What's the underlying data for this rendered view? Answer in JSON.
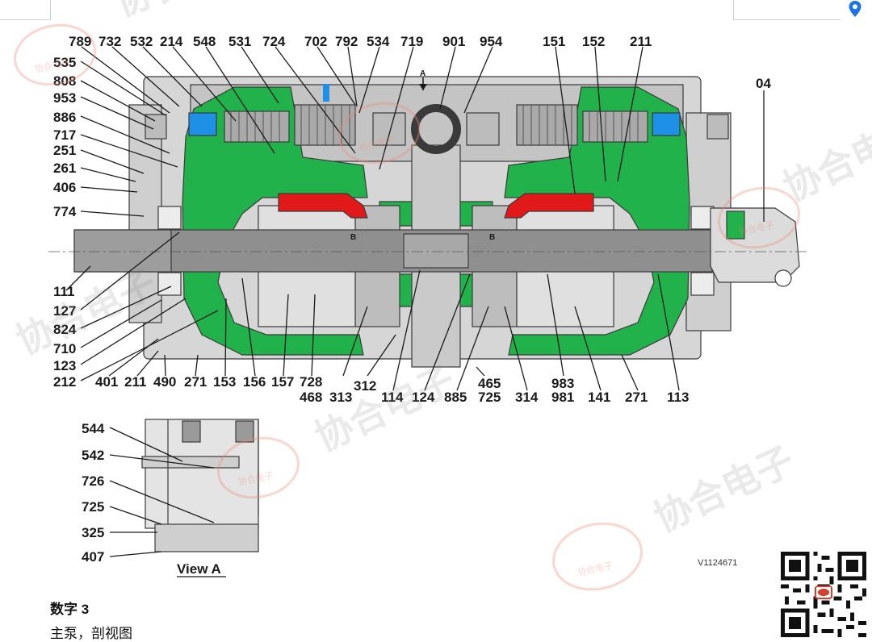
{
  "watermark_text": "协合电子",
  "view_a_label": "View A",
  "arrow_a_label": "A",
  "section_b_label": "B",
  "drawing_code": "V1124671",
  "figure_title": "数字 3",
  "figure_caption": "主泵，剖视图",
  "colors": {
    "housing_green": "#21b24b",
    "piston_red": "#e11919",
    "shaft_grey": "#8f8f8f",
    "light_grey": "#d2d2d2",
    "bearing_blue": "#1e90e6",
    "watermark_red": "#f08a7a",
    "map_pin_blue": "#1a73e8"
  },
  "labels": {
    "top_row": [
      "789",
      "732",
      "532",
      "214",
      "548",
      "531",
      "724",
      "702",
      "792",
      "534",
      "719",
      "901",
      "954",
      "151",
      "152",
      "211"
    ],
    "left_column": [
      "535",
      "808",
      "953",
      "886",
      "717",
      "251",
      "261",
      "406",
      "774",
      "111"
    ],
    "right_side": [
      "04"
    ],
    "bottom_row": [
      "127",
      "824",
      "710",
      "123",
      "212",
      "401",
      "211",
      "490",
      "271",
      "153",
      "156",
      "157",
      "728",
      "468",
      "313",
      "312",
      "114",
      "124",
      "885",
      "465",
      "725",
      "314",
      "983",
      "981",
      "141",
      "271",
      "113"
    ],
    "view_a": [
      "544",
      "542",
      "726",
      "725",
      "325",
      "407"
    ]
  }
}
